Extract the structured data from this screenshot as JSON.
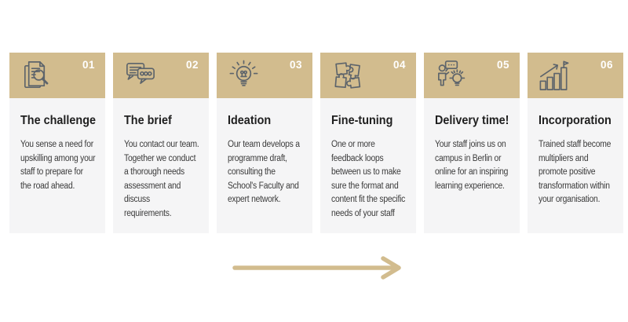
{
  "colors": {
    "page_bg": "#ffffff",
    "header_bg": "#d2bc8e",
    "body_bg": "#f5f5f6",
    "icon_stroke": "#5d646b",
    "number_color": "#ffffff",
    "title_color": "#1f1f1f",
    "text_color": "#3b3b3b",
    "arrow_color": "#d2bc8e"
  },
  "steps": [
    {
      "number": "01",
      "icon": "document-search-icon",
      "title": "The challenge",
      "description": "You sense a need for upskilling among your staff to prepare for the road ahead."
    },
    {
      "number": "02",
      "icon": "chat-bubbles-icon",
      "title": "The brief",
      "description": "You contact our team. Together we conduct a thorough needs assessment and discuss requirements."
    },
    {
      "number": "03",
      "icon": "lightbulb-icon",
      "title": "Ideation",
      "description": "Our team develops a programme draft, consulting the School's Faculty and expert network."
    },
    {
      "number": "04",
      "icon": "puzzle-pieces-icon",
      "title": "Fine-tuning",
      "description": "One or more feedback loops between us to make sure the format and content fit the specific needs of your staff"
    },
    {
      "number": "05",
      "icon": "person-idea-icon",
      "title": "Delivery time!",
      "description": "Your staff joins us on campus in Berlin or online for an inspiring learning experience."
    },
    {
      "number": "06",
      "icon": "growth-chart-flag-icon",
      "title": "Incorporation",
      "description": "Trained staff become multipliers and promote positive transformation within your organisation."
    }
  ],
  "arrow": {
    "direction": "right"
  }
}
